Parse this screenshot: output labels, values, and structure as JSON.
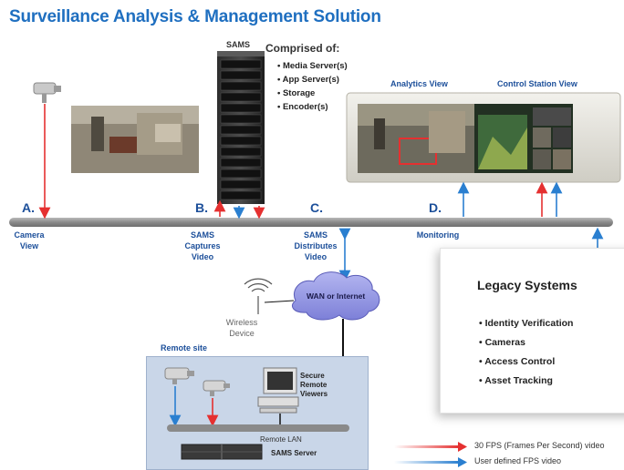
{
  "title": "Surveillance Analysis & Management Solution",
  "stages": {
    "a": {
      "letter": "A.",
      "label_1": "Camera",
      "label_2": "View"
    },
    "b": {
      "letter": "B.",
      "label_1": "SAMS",
      "label_2": "Captures",
      "label_3": "Video"
    },
    "c": {
      "letter": "C.",
      "label_1": "SAMS",
      "label_2": "Distributes",
      "label_3": "Video"
    },
    "d": {
      "letter": "D.",
      "label_1": "Monitoring"
    }
  },
  "server_tower": {
    "label": "SAMS"
  },
  "comprised": {
    "title": "Comprised of:",
    "items": [
      "Media Server(s)",
      "App Server(s)",
      "Storage",
      "Encoder(s)"
    ]
  },
  "views": {
    "analytics": "Analytics View",
    "control_station": "Control Station View"
  },
  "legacy": {
    "title": "Legacy Systems",
    "items": [
      "Identity Verification",
      "Cameras",
      "Access Control",
      "Asset Tracking"
    ]
  },
  "network": {
    "cloud": "WAN or Internet",
    "wireless_1": "Wireless",
    "wireless_2": "Device"
  },
  "remote": {
    "site_label": "Remote site",
    "viewers_1": "Secure",
    "viewers_2": "Remote",
    "viewers_3": "Viewers",
    "lan_label": "Remote LAN",
    "server_label": "SAMS Server"
  },
  "legend": {
    "red_text": "30 FPS (Frames Per Second) video",
    "blue_text": "User defined FPS video",
    "red_color": "#e53030",
    "blue_color": "#2a7fd0"
  }
}
